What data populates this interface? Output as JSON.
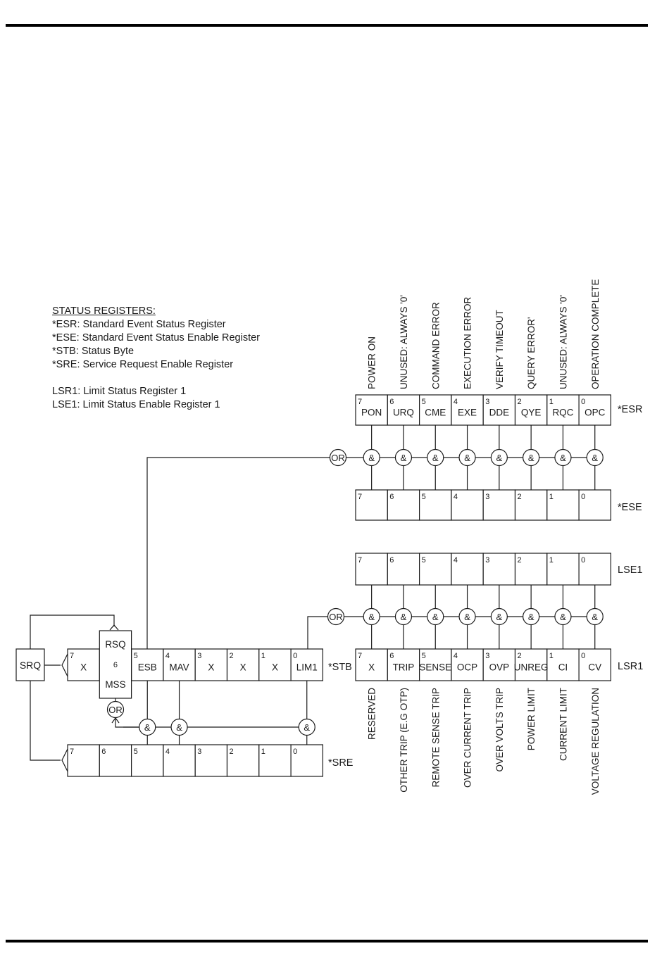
{
  "legend": {
    "title": "STATUS REGISTERS:",
    "lines": [
      "*ESR: Standard Event Status Register",
      "*ESE: Standard Event Status Enable Register",
      "*STB: Status Byte",
      "*SRE: Service Request Enable Register"
    ],
    "lines2": [
      "LSR1: Limit Status Register 1",
      "LSE1: Limit Status Enable Register 1"
    ]
  },
  "esr": {
    "name": "*ESR",
    "descriptions": [
      "POWER ON",
      "UNUSED: ALWAYS '0'",
      "COMMAND ERROR",
      "EXECUTION ERROR",
      "VERIFY TIMEOUT",
      "QUERY ERROR'",
      "UNUSED: ALWAYS '0'",
      "OPERATION COMPLETE"
    ],
    "bits": [
      "7",
      "6",
      "5",
      "4",
      "3",
      "2",
      "1",
      "0"
    ],
    "labels": [
      "PON",
      "URQ",
      "CME",
      "EXE",
      "DDE",
      "QYE",
      "RQC",
      "OPC"
    ]
  },
  "ese": {
    "name": "*ESE",
    "bits": [
      "7",
      "6",
      "5",
      "4",
      "3",
      "2",
      "1",
      "0"
    ]
  },
  "lse1": {
    "name": "LSE1",
    "bits": [
      "7",
      "6",
      "5",
      "4",
      "3",
      "2",
      "1",
      "0"
    ]
  },
  "lsr1": {
    "name": "LSR1",
    "bits": [
      "7",
      "6",
      "5",
      "4",
      "3",
      "2",
      "1",
      "0"
    ],
    "labels": [
      "X",
      "TRIP",
      "SENSE",
      "OCP",
      "OVP",
      "UNREG",
      "CI",
      "CV"
    ],
    "descriptions": [
      "RESERVED",
      "OTHER TRIP (E.G OTP)",
      "REMOTE SENSE TRIP",
      "OVER CURRENT TRIP",
      "OVER VOLTS TRIP",
      "POWER LIMIT",
      "CURRENT LIMIT",
      "VOLTAGE REGULATION"
    ]
  },
  "stb": {
    "name": "*STB",
    "bits": [
      "7",
      "",
      "5",
      "4",
      "3",
      "2",
      "1",
      "0"
    ],
    "labels": [
      "X",
      "",
      "ESB",
      "MAV",
      "X",
      "X",
      "X",
      "LIM1"
    ],
    "rsq": "RSQ",
    "bit6": "6",
    "mss": "MSS"
  },
  "sre": {
    "name": "*SRE",
    "bits": [
      "7",
      "6",
      "5",
      "4",
      "3",
      "2",
      "1",
      "0"
    ]
  },
  "srq": "SRQ",
  "gates": {
    "and": "&",
    "or": "OR"
  }
}
